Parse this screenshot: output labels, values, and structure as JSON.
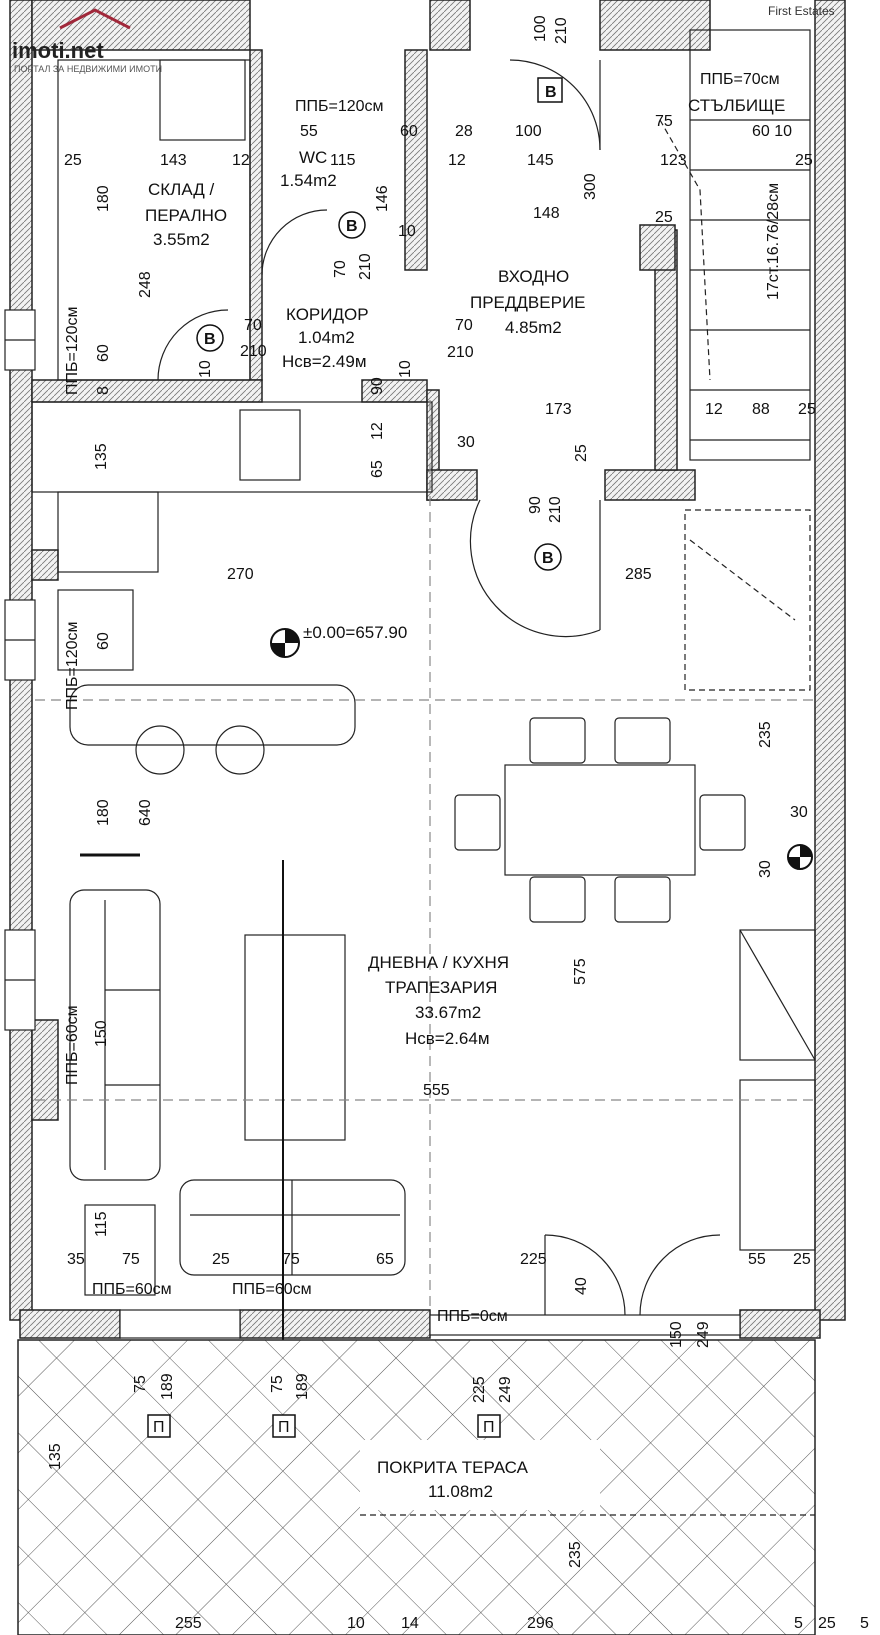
{
  "logo": {
    "brand": "imoti.net",
    "tagline": "ПОРТАЛ ЗА НЕДВИЖИМИ ИМОТИ"
  },
  "watermark": "First Estates",
  "level_mark": "±0.00=657.90",
  "rooms": {
    "storage": {
      "name1": "СКЛАД /",
      "name2": "ПЕРАЛНО",
      "area": "3.55m2"
    },
    "wc": {
      "name": "WC",
      "area": "1.54m2"
    },
    "corridor": {
      "name": "КОРИДОР",
      "area": "1.04m2",
      "height": "Hсв=2.49м"
    },
    "entrance": {
      "name1": "ВХОДНО",
      "name2": "ПРЕДДВЕРИЕ",
      "area": "4.85m2"
    },
    "stairs": {
      "name": "СТЪЛБИЩЕ",
      "spec": "17ст.16.76/28см"
    },
    "living": {
      "name1": "ДНЕВНА / КУХНЯ",
      "name2": "ТРАПЕЗАРИЯ",
      "area": "33.67m2",
      "height": "Hсв=2.64м"
    },
    "terrace": {
      "name": "ПОКРИТА ТЕРАСА",
      "area": "11.08m2"
    }
  },
  "ppb": {
    "stairs": "ППБ=70см",
    "wc": "ППБ=120см",
    "left_top": "ППБ=120см",
    "left_mid": "ППБ=120см",
    "left_low": "ППБ=60см",
    "bottom_1": "ППБ=60см",
    "bottom_2": "ППБ=60см",
    "bottom_door": "ППБ=0см"
  },
  "door_tags": {
    "main_door": "B",
    "wc_door": "B",
    "storage_door": "B",
    "living_door": "B",
    "terrace_1": "П",
    "terrace_2": "П",
    "terrace_3": "П"
  },
  "dimensions": {
    "top_door_w": "100",
    "top_door_h": "210",
    "d_25a": "25",
    "d_143": "143",
    "d_12a": "12",
    "d_115": "115",
    "d_12b": "12",
    "d_145": "145",
    "d_123": "123",
    "d_25b": "25",
    "d_55": "55",
    "d_60a": "60",
    "d_28": "28",
    "d_100": "100",
    "d_75a": "75",
    "d_6010": "60 10",
    "d_180a": "180",
    "d_248": "248",
    "d_146": "146",
    "d_300": "300",
    "d_148": "148",
    "d_10a": "10",
    "d_25c": "25",
    "wc_door_w": "70",
    "wc_door_h": "210",
    "st_door_w": "70",
    "st_door_h": "210",
    "cor_door_w": "70",
    "cor_door_h": "210",
    "d_10b": "10",
    "d_10c": "10",
    "d_8": "8",
    "d_60b": "60",
    "d_90": "90",
    "d_173": "173",
    "d_12c": "12",
    "d_88": "88",
    "d_25d": "25",
    "d_135a": "135",
    "d_65": "65",
    "d_12d": "12",
    "d_30a": "30",
    "d_25e": "25",
    "lv_door_w": "90",
    "lv_door_h": "210",
    "d_270": "270",
    "d_285": "285",
    "d_60c": "60",
    "d_235a": "235",
    "d_640": "640",
    "d_180b": "180",
    "d_30b": "30",
    "d_30c": "30",
    "d_575": "575",
    "d_150a": "150",
    "d_555": "555",
    "d_115b": "115",
    "d_35": "35",
    "d_75b": "75",
    "d_25f": "25",
    "d_75c": "75",
    "d_65b": "65",
    "d_225a": "225",
    "d_55b": "55",
    "d_25g": "25",
    "d_40": "40",
    "d_150b": "150",
    "d_249a": "249",
    "t_75a": "75",
    "t_189a": "189",
    "t_75b": "75",
    "t_189b": "189",
    "t_225": "225",
    "t_249": "249",
    "t_135": "135",
    "t_235": "235",
    "b_255": "255",
    "b_10": "10",
    "b_14": "14",
    "b_296": "296",
    "b_5a": "5",
    "b_25": "25",
    "b_5b": "5"
  }
}
